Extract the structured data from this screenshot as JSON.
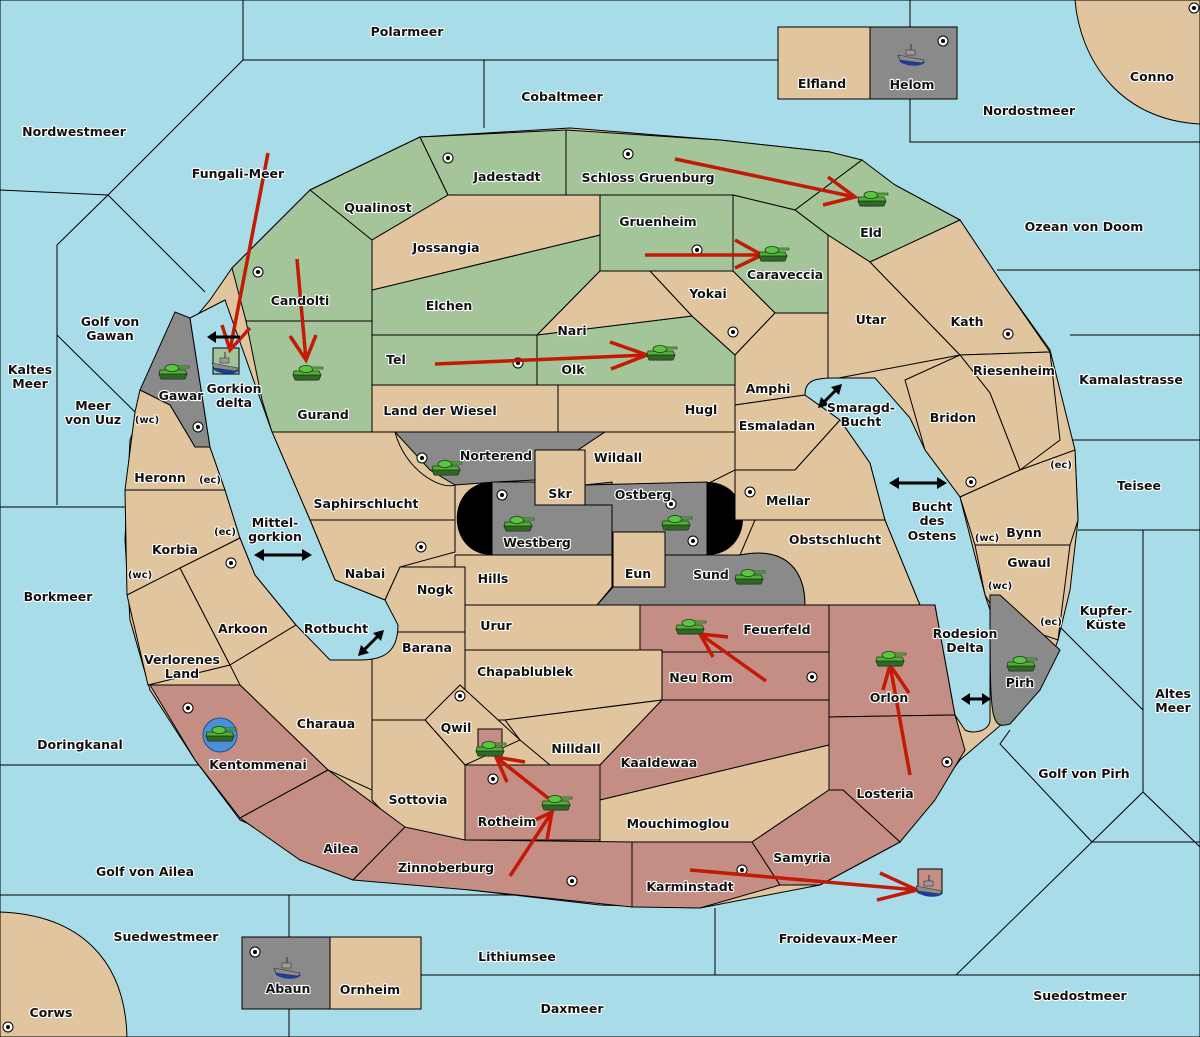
{
  "map": {
    "title": "Diplomacy-style variant map",
    "colors": {
      "sea": "#a8dce9",
      "neutral_land": "#e1c59e",
      "green_power": "#a4c49a",
      "red_power": "#c48e84",
      "grey_power": "#8a8a8a",
      "order_arrow": "#c31a06",
      "highlight_unit_ring": "#4a90d9"
    },
    "sea_labels": [
      {
        "id": "polarmeer",
        "text": "Polarmeer"
      },
      {
        "id": "cobaltmeer",
        "text": "Cobaltmeer"
      },
      {
        "id": "nordwestmeer",
        "text": "Nordwestmeer"
      },
      {
        "id": "nordostmeer",
        "text": "Nordostmeer"
      },
      {
        "id": "fungali",
        "text": "Fungali-Meer"
      },
      {
        "id": "golf_gawan_1",
        "text": "Golf von"
      },
      {
        "id": "golf_gawan_2",
        "text": "Gawan"
      },
      {
        "id": "kaltes_1",
        "text": "Kaltes"
      },
      {
        "id": "kaltes_2",
        "text": "Meer"
      },
      {
        "id": "uuz_1",
        "text": "Meer"
      },
      {
        "id": "uuz_2",
        "text": "von Uuz"
      },
      {
        "id": "gorkion_1",
        "text": "Gorkion"
      },
      {
        "id": "gorkion_2",
        "text": "delta"
      },
      {
        "id": "mittel_1",
        "text": "Mittel-"
      },
      {
        "id": "mittel_2",
        "text": "gorkion"
      },
      {
        "id": "rotbucht",
        "text": "Rotbucht"
      },
      {
        "id": "borkmeer",
        "text": "Borkmeer"
      },
      {
        "id": "doringkanal",
        "text": "Doringkanal"
      },
      {
        "id": "golf_ailea",
        "text": "Golf von Ailea"
      },
      {
        "id": "suedwestmeer",
        "text": "Suedwestmeer"
      },
      {
        "id": "lithiumsee",
        "text": "Lithiumsee"
      },
      {
        "id": "daxmeer",
        "text": "Daxmeer"
      },
      {
        "id": "froidevaux",
        "text": "Froidevaux-Meer"
      },
      {
        "id": "suedostmeer",
        "text": "Suedostmeer"
      },
      {
        "id": "golf_pirh",
        "text": "Golf von Pirh"
      },
      {
        "id": "altes_1",
        "text": "Altes"
      },
      {
        "id": "altes_2",
        "text": "Meer"
      },
      {
        "id": "kupfer_1",
        "text": "Kupfer-"
      },
      {
        "id": "kupfer_2",
        "text": "Küste"
      },
      {
        "id": "teisee",
        "text": "Teisee"
      },
      {
        "id": "kamalastrasse",
        "text": "Kamalastrasse"
      },
      {
        "id": "ozean",
        "text": "Ozean von Doom"
      },
      {
        "id": "smaragd_1",
        "text": "Smaragd-"
      },
      {
        "id": "smaragd_2",
        "text": "Bucht"
      },
      {
        "id": "bucht_1",
        "text": "Bucht"
      },
      {
        "id": "bucht_2",
        "text": "des"
      },
      {
        "id": "bucht_3",
        "text": "Ostens"
      },
      {
        "id": "rodesion_1",
        "text": "Rodesion"
      },
      {
        "id": "rodesion_2",
        "text": "Delta"
      }
    ],
    "land_labels": [
      {
        "id": "elfland",
        "text": "Elfland"
      },
      {
        "id": "helom",
        "text": "Helom"
      },
      {
        "id": "conno",
        "text": "Conno"
      },
      {
        "id": "corws",
        "text": "Corws"
      },
      {
        "id": "abaun",
        "text": "Abaun"
      },
      {
        "id": "ornheim",
        "text": "Ornheim"
      },
      {
        "id": "jadestadt",
        "text": "Jadestadt"
      },
      {
        "id": "schloss",
        "text": "Schloss Gruenburg"
      },
      {
        "id": "qualinost",
        "text": "Qualinost"
      },
      {
        "id": "jossangia",
        "text": "Jossangia"
      },
      {
        "id": "gruenheim",
        "text": "Gruenheim"
      },
      {
        "id": "caraveccia",
        "text": "Caraveccia"
      },
      {
        "id": "eld",
        "text": "Eld"
      },
      {
        "id": "candolti",
        "text": "Candolti"
      },
      {
        "id": "elchen",
        "text": "Elchen"
      },
      {
        "id": "yokai",
        "text": "Yokai"
      },
      {
        "id": "nari",
        "text": "Nari"
      },
      {
        "id": "tel",
        "text": "Tel"
      },
      {
        "id": "olk",
        "text": "Olk"
      },
      {
        "id": "gurand",
        "text": "Gurand"
      },
      {
        "id": "gawar",
        "text": "Gawar"
      },
      {
        "id": "land_wiesel",
        "text": "Land der Wiesel"
      },
      {
        "id": "hugl",
        "text": "Hugl"
      },
      {
        "id": "utar",
        "text": "Utar"
      },
      {
        "id": "kath",
        "text": "Kath"
      },
      {
        "id": "riesenheim",
        "text": "Riesenheim"
      },
      {
        "id": "amphi",
        "text": "Amphi"
      },
      {
        "id": "esmaladan",
        "text": "Esmaladan"
      },
      {
        "id": "bridon",
        "text": "Bridon"
      },
      {
        "id": "norterend",
        "text": "Norterend"
      },
      {
        "id": "wildall",
        "text": "Wildall"
      },
      {
        "id": "skr",
        "text": "Skr"
      },
      {
        "id": "ostberg",
        "text": "Ostberg"
      },
      {
        "id": "westberg",
        "text": "Westberg"
      },
      {
        "id": "mellar",
        "text": "Mellar"
      },
      {
        "id": "saphirschlucht",
        "text": "Saphirschlucht"
      },
      {
        "id": "heronn",
        "text": "Heronn"
      },
      {
        "id": "korbia",
        "text": "Korbia"
      },
      {
        "id": "nabai",
        "text": "Nabai"
      },
      {
        "id": "hills",
        "text": "Hills"
      },
      {
        "id": "nogk",
        "text": "Nogk"
      },
      {
        "id": "eun",
        "text": "Eun"
      },
      {
        "id": "sund",
        "text": "Sund"
      },
      {
        "id": "obstschlucht",
        "text": "Obstschlucht"
      },
      {
        "id": "bynn",
        "text": "Bynn"
      },
      {
        "id": "gwaul",
        "text": "Gwaul"
      },
      {
        "id": "arkoon",
        "text": "Arkoon"
      },
      {
        "id": "urur",
        "text": "Urur"
      },
      {
        "id": "feuerfeld",
        "text": "Feuerfeld"
      },
      {
        "id": "barana",
        "text": "Barana"
      },
      {
        "id": "verlorenes_1",
        "text": "Verlorenes"
      },
      {
        "id": "verlorenes_2",
        "text": "Land"
      },
      {
        "id": "chapablublek",
        "text": "Chapablublek"
      },
      {
        "id": "neu_rom",
        "text": "Neu Rom"
      },
      {
        "id": "orlon",
        "text": "Orlon"
      },
      {
        "id": "pirh",
        "text": "Pirh"
      },
      {
        "id": "charaua",
        "text": "Charaua"
      },
      {
        "id": "qwil",
        "text": "Qwil"
      },
      {
        "id": "nilldall",
        "text": "Nilldall"
      },
      {
        "id": "kentommenai",
        "text": "Kentommenai"
      },
      {
        "id": "kaaldewaa",
        "text": "Kaaldewaa"
      },
      {
        "id": "losteria",
        "text": "Losteria"
      },
      {
        "id": "sottovia",
        "text": "Sottovia"
      },
      {
        "id": "rotheim",
        "text": "Rotheim"
      },
      {
        "id": "mouchimoglou",
        "text": "Mouchimoglou"
      },
      {
        "id": "ailea",
        "text": "Ailea"
      },
      {
        "id": "samyria",
        "text": "Samyria"
      },
      {
        "id": "zinnoberburg",
        "text": "Zinnoberburg"
      },
      {
        "id": "karminstadt",
        "text": "Karminstadt"
      }
    ],
    "coast_labels": [
      {
        "id": "gawar_wc",
        "text": "(wc)"
      },
      {
        "id": "heronn_ec",
        "text": "(ec)"
      },
      {
        "id": "korbia_ec",
        "text": "(ec)"
      },
      {
        "id": "korbia_wc",
        "text": "(wc)"
      },
      {
        "id": "bynn_ec",
        "text": "(ec)"
      },
      {
        "id": "bynn_wc",
        "text": "(wc)"
      },
      {
        "id": "gwaul_wc",
        "text": "(wc)"
      },
      {
        "id": "gwaul_ec",
        "text": "(ec)"
      }
    ],
    "units": [
      {
        "type": "army",
        "power": "green",
        "province": "Gurand"
      },
      {
        "type": "army",
        "power": "green",
        "province": "Caraveccia"
      },
      {
        "type": "army",
        "power": "green",
        "province": "Eld"
      },
      {
        "type": "army",
        "power": "green",
        "province": "Olk"
      },
      {
        "type": "fleet",
        "power": "green",
        "province": "Gorkion delta",
        "dislodged": true
      },
      {
        "type": "army",
        "power": "grey",
        "province": "Gawar"
      },
      {
        "type": "army",
        "power": "grey",
        "province": "Norterend"
      },
      {
        "type": "army",
        "power": "grey",
        "province": "Westberg"
      },
      {
        "type": "army",
        "power": "grey",
        "province": "Ostberg"
      },
      {
        "type": "army",
        "power": "grey",
        "province": "Sund"
      },
      {
        "type": "army",
        "power": "grey",
        "province": "Pirh"
      },
      {
        "type": "fleet",
        "power": "grey",
        "province": "Helom"
      },
      {
        "type": "fleet",
        "power": "grey",
        "province": "Abaun"
      },
      {
        "type": "army",
        "power": "red",
        "province": "Feuerfeld"
      },
      {
        "type": "army",
        "power": "red",
        "province": "Orlon"
      },
      {
        "type": "army",
        "power": "red",
        "province": "Rotheim"
      },
      {
        "type": "army",
        "power": "red",
        "province": "Qwil",
        "dislodged": true
      },
      {
        "type": "army",
        "power": "red",
        "province": "Kentommenai",
        "highlighted": true
      },
      {
        "type": "fleet",
        "power": "red",
        "province": "Froidevaux-Meer",
        "dislodged": true
      }
    ],
    "orders": [
      {
        "from": "Fungali-Meer",
        "to": "Gorkion delta"
      },
      {
        "from": "Candolti",
        "to": "Gurand"
      },
      {
        "from": "Gruenheim",
        "to": "Caraveccia"
      },
      {
        "from": "Schloss Gruenburg",
        "to": "Eld"
      },
      {
        "from": "Tel",
        "to": "Olk"
      },
      {
        "from": "Neu Rom",
        "to": "Feuerfeld"
      },
      {
        "from": "Losteria",
        "to": "Orlon"
      },
      {
        "from": "Zinnoberburg",
        "to": "Rotheim"
      },
      {
        "from": "Rotheim",
        "to": "Qwil"
      },
      {
        "from": "Karminstadt",
        "to": "Froidevaux-Meer"
      }
    ]
  }
}
